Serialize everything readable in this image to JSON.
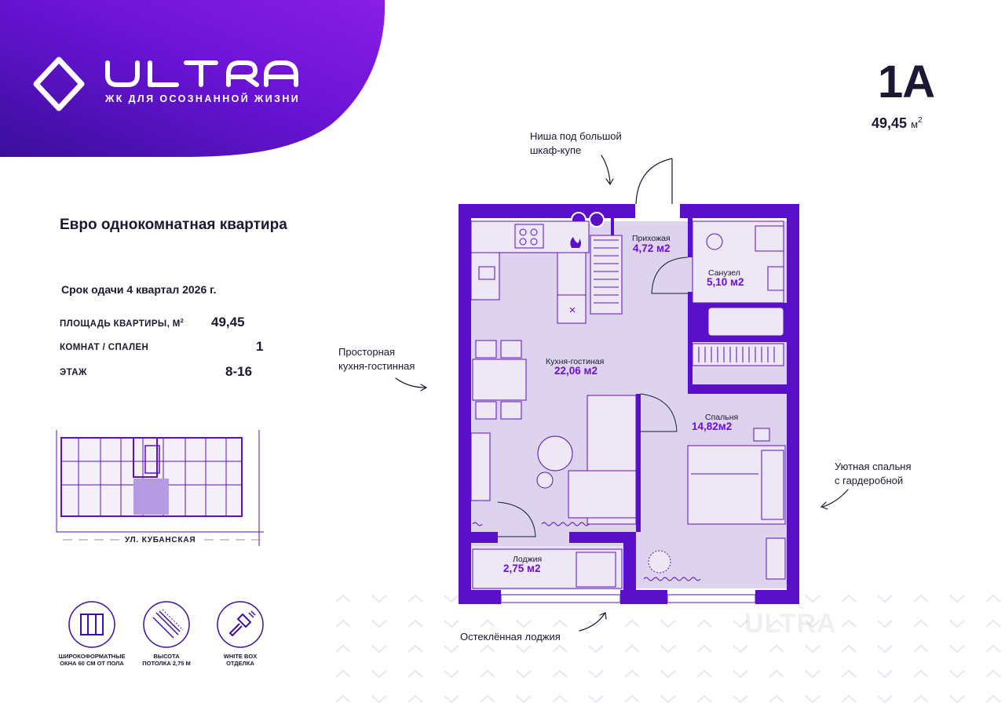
{
  "brand": {
    "name": "ULTRA",
    "tagline": "ЖК ДЛЯ ОСОЗНАННОЙ ЖИЗНИ",
    "colors": {
      "primary": "#6b10d9",
      "deep": "#3b0fa0",
      "floor": "#ddd3ec",
      "wall": "#5a0fc8"
    }
  },
  "apartment": {
    "code": "1А",
    "area_value": "49,45",
    "area_unit": "м",
    "area_unit_power": "2",
    "title": "Евро однокомнатная квартира",
    "deadline": "Срок одачи 4 квартал 2026 г."
  },
  "specs": [
    {
      "label": "ПЛОЩАДЬ КВАРТИРЫ, М",
      "label_power": "2",
      "value": "49,45"
    },
    {
      "label": "КОМНАТ / СПАЛЕН",
      "label_power": "",
      "value": "1"
    },
    {
      "label": "ЭТАЖ",
      "label_power": "",
      "value": "8-16"
    }
  ],
  "site_plan": {
    "street": "УЛ. КУБАНСКАЯ"
  },
  "features": [
    {
      "icon": "wide-windows-icon",
      "caption_1": "ШИРОКОФОРМАТНЫЕ",
      "caption_2": "ОКНА 60 СМ ОТ ПОЛА"
    },
    {
      "icon": "ceiling-height-icon",
      "caption_1": "ВЫСОТА",
      "caption_2": "ПОТОЛКА 2,75 М"
    },
    {
      "icon": "paint-brush-icon",
      "caption_1": "WHITE BOX",
      "caption_2": "ОТДЕЛКА"
    }
  ],
  "callouts": {
    "closet_1": "Ниша под большой",
    "closet_2": "шкаф-купе",
    "kitchen_1": "Просторная",
    "kitchen_2": "кухня-гостинная",
    "bedroom_1": "Уютная спальня",
    "bedroom_2": "с гардеробной",
    "loggia": "Остеклённая лоджия"
  },
  "rooms": [
    {
      "name": "Прихожая",
      "area": "4,72 м2"
    },
    {
      "name": "Санузел",
      "area": "5,10 м2"
    },
    {
      "name": "Кухня-гостиная",
      "area": "22,06 м2"
    },
    {
      "name": "Спальня",
      "area": "14,82м2"
    },
    {
      "name": "Лоджия",
      "area": "2,75 м2"
    }
  ]
}
